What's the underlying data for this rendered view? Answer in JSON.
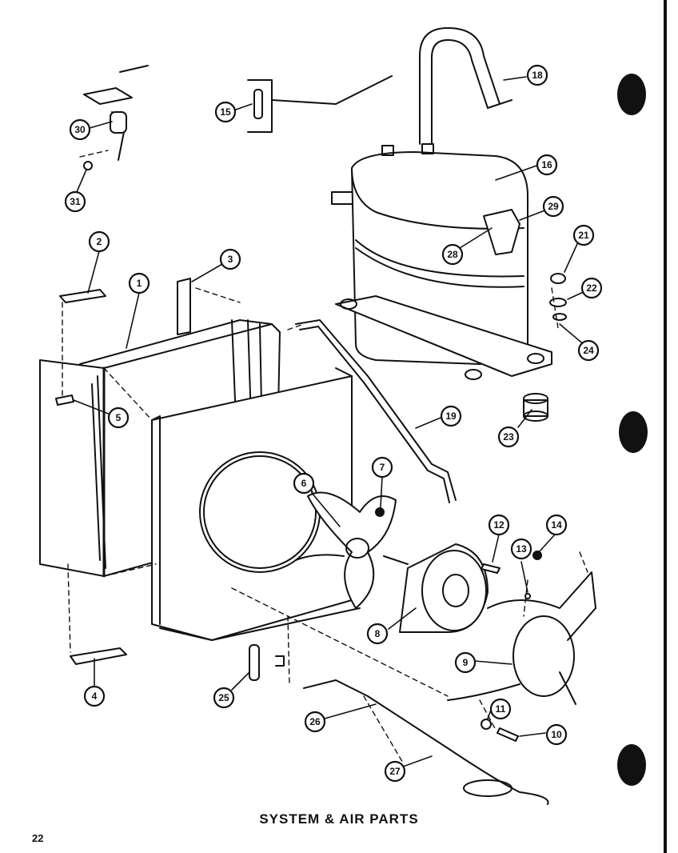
{
  "title": "SYSTEM & AIR PARTS",
  "page_number": "22",
  "callouts": [
    {
      "id": "c1",
      "label": "1"
    },
    {
      "id": "c2",
      "label": "2"
    },
    {
      "id": "c3",
      "label": "3"
    },
    {
      "id": "c4",
      "label": "4"
    },
    {
      "id": "c5",
      "label": "5"
    },
    {
      "id": "c6",
      "label": "6"
    },
    {
      "id": "c7",
      "label": "7"
    },
    {
      "id": "c8",
      "label": "8"
    },
    {
      "id": "c9",
      "label": "9"
    },
    {
      "id": "c10",
      "label": "10"
    },
    {
      "id": "c11",
      "label": "11"
    },
    {
      "id": "c12",
      "label": "12"
    },
    {
      "id": "c13",
      "label": "13"
    },
    {
      "id": "c14",
      "label": "14"
    },
    {
      "id": "c15",
      "label": "15"
    },
    {
      "id": "c16",
      "label": "16"
    },
    {
      "id": "c18",
      "label": "18"
    },
    {
      "id": "c19",
      "label": "19"
    },
    {
      "id": "c21",
      "label": "21"
    },
    {
      "id": "c22",
      "label": "22"
    },
    {
      "id": "c23",
      "label": "23"
    },
    {
      "id": "c24",
      "label": "24"
    },
    {
      "id": "c25",
      "label": "25"
    },
    {
      "id": "c26",
      "label": "26"
    },
    {
      "id": "c27",
      "label": "27"
    },
    {
      "id": "c28",
      "label": "28"
    },
    {
      "id": "c29",
      "label": "29"
    },
    {
      "id": "c30",
      "label": "30"
    },
    {
      "id": "c31",
      "label": "31"
    }
  ]
}
